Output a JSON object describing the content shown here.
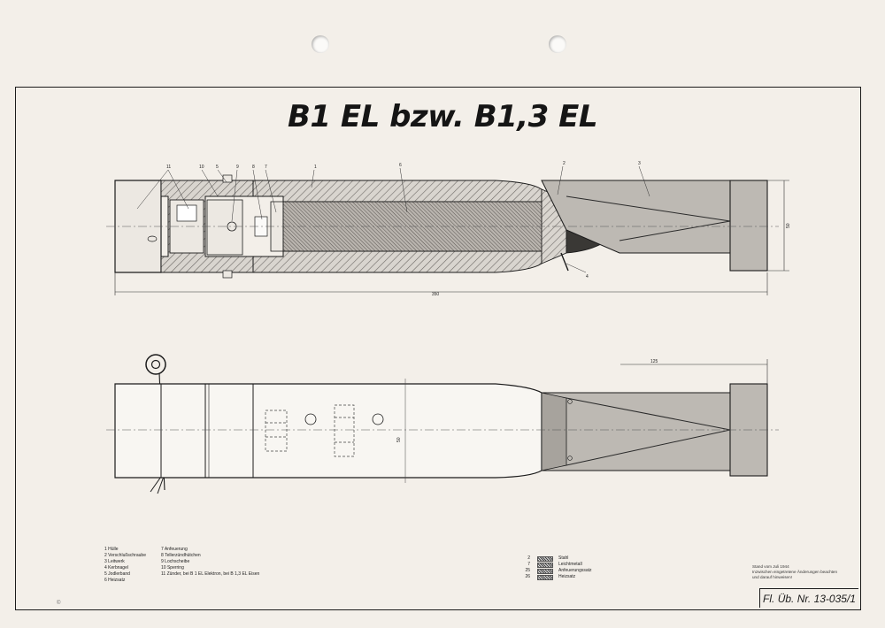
{
  "title": "B1 EL bzw. B1,3 EL",
  "callouts_top": [
    "11",
    "10",
    "5",
    "9",
    "8",
    "7",
    "1",
    "6",
    "2",
    "3",
    "4"
  ],
  "dimensions": {
    "overall_length": "350",
    "tail_length": "125",
    "diam_top": "50",
    "diam_side": "50"
  },
  "legend_parts": [
    "1  Hülle",
    "2  Verschlußschraube",
    "3  Leitwerk",
    "4  Kerbnagel",
    "5  Jodlerband",
    "6  Heizsatz",
    "7  Anfeuerung",
    "8  Tellerzündhütchen",
    "9  Lochscheibe",
    "10  Sperring",
    "11  Zünder, bei B 1 EL Elektron, bei B 1,3 EL Eisen"
  ],
  "legend_materials": [
    {
      "num": "2",
      "label": "Stahl"
    },
    {
      "num": "7",
      "label": "Leichtmetall"
    },
    {
      "num": "25",
      "label": "Anfeuerungssatz"
    },
    {
      "num": "26",
      "label": "Heizsatz"
    }
  ],
  "stand_note": [
    "Stand vom Juli 1944",
    "Inzwischen eingetretene Änderungen beachten",
    "und darauf hinweisen!"
  ],
  "doc_number": "Fl. Üb. Nr. 13-035/1",
  "copyright_mark": "©"
}
